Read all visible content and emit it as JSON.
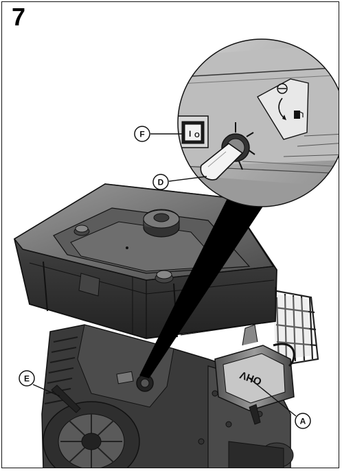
{
  "figure": {
    "number": "7"
  },
  "callouts": {
    "f": "F",
    "d": "D",
    "e": "E",
    "a": "A"
  },
  "switch": {
    "on_mark": "I",
    "off_mark": "O"
  },
  "engine": {
    "valve_cover_text": "OHV"
  },
  "colors": {
    "outline": "#111111",
    "body_dark": "#2b2b2b",
    "body_mid": "#4a4a4a",
    "body_light": "#8a8a8a",
    "inset_bg": "#b7b7b7",
    "key_fill": "#f3f3f3"
  },
  "icons": {
    "fuel_valve": "fuel-valve-icon",
    "key": "ignition-key-icon"
  }
}
